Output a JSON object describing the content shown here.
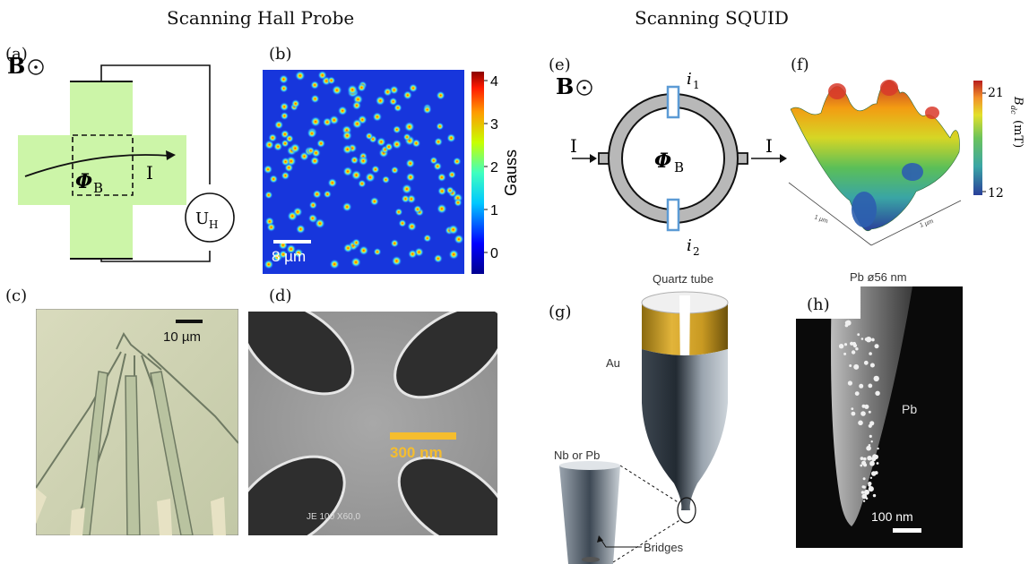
{
  "headings": {
    "left": "Scanning Hall Probe",
    "right": "Scanning SQUID"
  },
  "panels": {
    "a": {
      "label": "(a)",
      "field_symbol": "B",
      "flux_symbol": "Φ",
      "flux_subscript": "B",
      "current": "I",
      "voltmeter_symbol": "U",
      "voltmeter_subscript": "H"
    },
    "b": {
      "label": "(b)",
      "colorbar_ticks": [
        "4",
        "3",
        "2",
        "1",
        "0"
      ],
      "colorbar_label": "Gauss",
      "scale_bar": "8 µm"
    },
    "c": {
      "label": "(c)",
      "scale_bar": "10 µm"
    },
    "d": {
      "label": "(d)",
      "scale_bar": "300 nm",
      "instrument_text": "JE              100  X60,0"
    },
    "e": {
      "label": "(e)",
      "field_symbol": "B",
      "flux_symbol": "Φ",
      "flux_subscript": "B",
      "current_in": "I",
      "current_out": "I",
      "junction_top": "i",
      "junction_top_sub": "1",
      "junction_bottom": "i",
      "junction_bottom_sub": "2"
    },
    "f": {
      "label": "(f)",
      "colorbar_ticks": [
        "21",
        "12"
      ],
      "colorbar_label_symbol": "B",
      "colorbar_label_sub": "dc",
      "colorbar_label_unit": "(mT)",
      "axis_x": "1 µm",
      "axis_y": "1 µm"
    },
    "g": {
      "label": "(g)",
      "quartz": "Quartz tube",
      "au": "Au",
      "tip": "Nb or Pb",
      "bridges": "Bridges"
    },
    "h": {
      "label": "(h)",
      "title": "Pb ø56 nm",
      "material": "Pb",
      "scale_bar": "100 nm"
    }
  }
}
